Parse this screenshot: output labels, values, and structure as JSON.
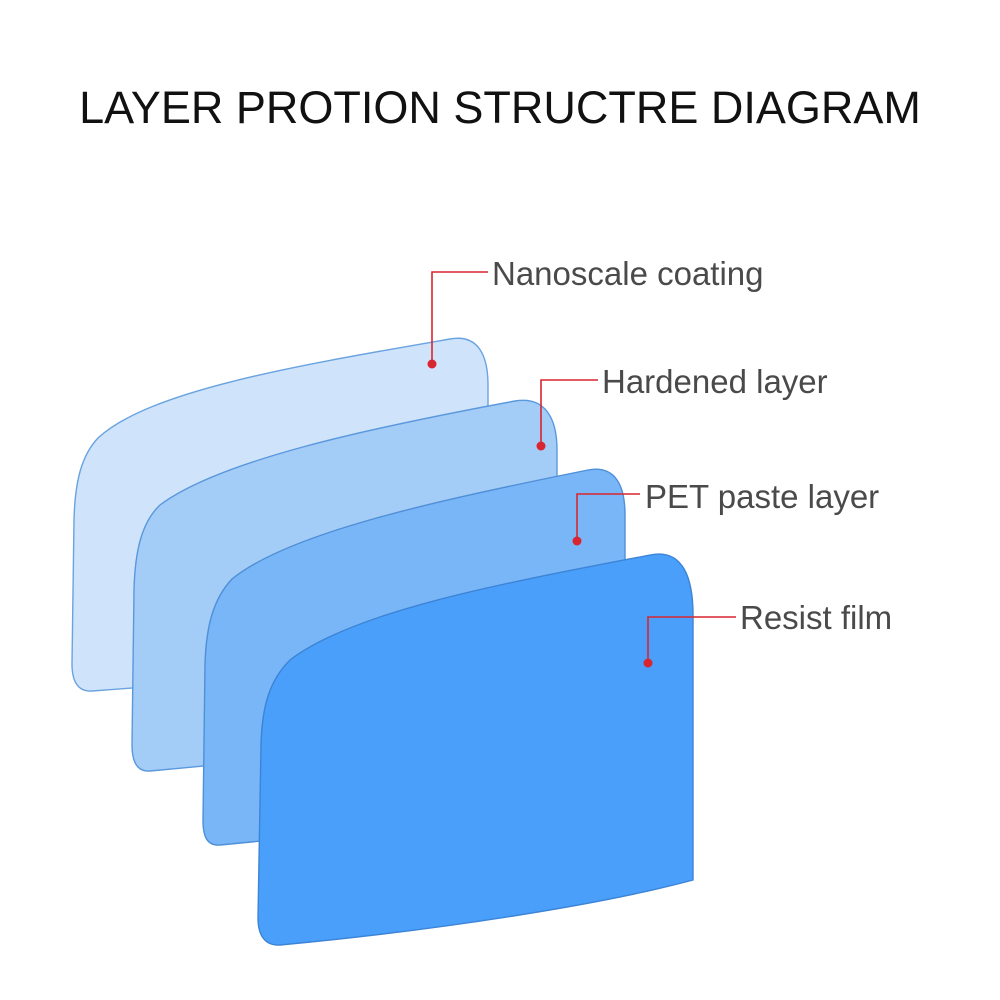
{
  "title": "LAYER PROTION STRUCTRE DIAGRAM",
  "layers": [
    {
      "label": "Nanoscale coating",
      "fill": "#cfe3fa",
      "stroke": "#6aa3e0"
    },
    {
      "label": "Hardened layer",
      "fill": "#a3ccf6",
      "stroke": "#5a98de"
    },
    {
      "label": "PET paste layer",
      "fill": "#79b6f7",
      "stroke": "#4f8fd8"
    },
    {
      "label": "Resist film",
      "fill": "#499ffa",
      "stroke": "#3c84d6"
    }
  ],
  "colors": {
    "leader_line": "#d9252f",
    "label_text": "#4a4a4a",
    "title_text": "#111111"
  }
}
